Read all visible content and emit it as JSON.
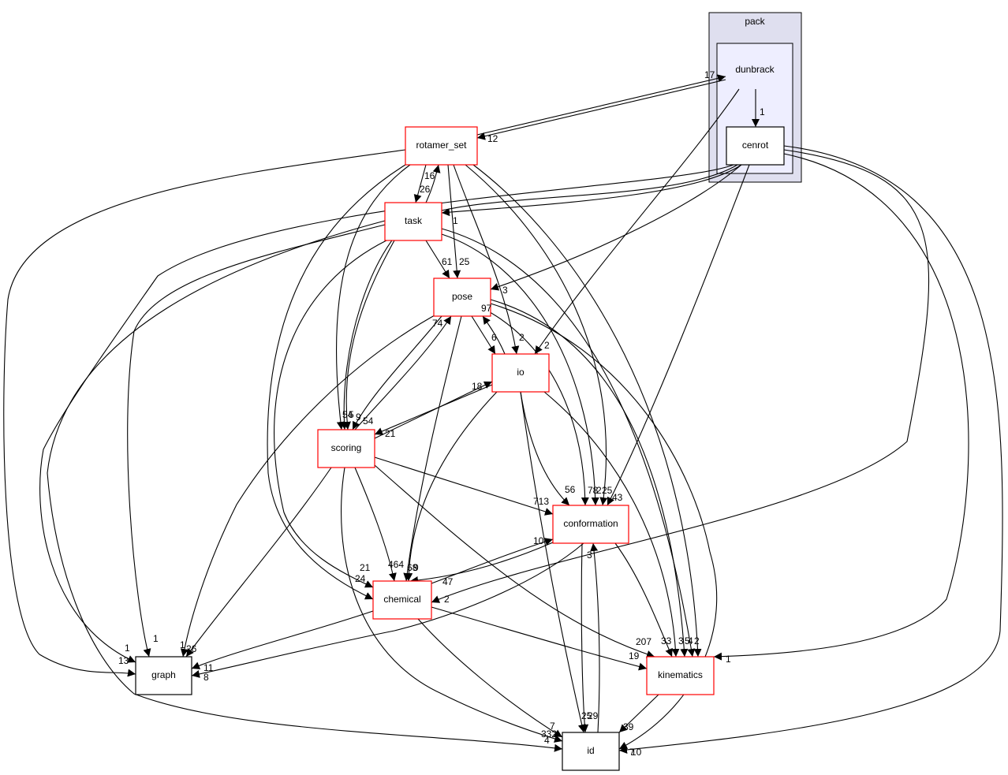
{
  "clusters": [
    {
      "id": "pack",
      "label": "pack",
      "fill": "#dfdfef"
    },
    {
      "id": "dunbrack",
      "label": "dunbrack",
      "fill": "#eeeeff"
    }
  ],
  "nodes": [
    {
      "id": "cenrot",
      "label": "cenrot",
      "border": "#000000"
    },
    {
      "id": "rotamer_set",
      "label": "rotamer_set",
      "border": "#ff0000"
    },
    {
      "id": "task",
      "label": "task",
      "border": "#ff0000"
    },
    {
      "id": "pose",
      "label": "pose",
      "border": "#ff0000"
    },
    {
      "id": "io",
      "label": "io",
      "border": "#ff0000"
    },
    {
      "id": "scoring",
      "label": "scoring",
      "border": "#ff0000"
    },
    {
      "id": "conformation",
      "label": "conformation",
      "border": "#ff0000"
    },
    {
      "id": "chemical",
      "label": "chemical",
      "border": "#ff0000"
    },
    {
      "id": "kinematics",
      "label": "kinematics",
      "border": "#ff0000"
    },
    {
      "id": "graph",
      "label": "graph",
      "border": "#000000"
    },
    {
      "id": "id",
      "label": "id",
      "border": "#000000"
    }
  ],
  "edges": [
    {
      "from": "dunbrack",
      "to": "cenrot",
      "label": "1"
    },
    {
      "from": "rotamer_set",
      "to": "dunbrack",
      "label": "17"
    },
    {
      "from": "dunbrack",
      "to": "rotamer_set",
      "label": "12"
    },
    {
      "from": "dunbrack",
      "to": "io",
      "label": "2"
    },
    {
      "from": "rotamer_set",
      "to": "task",
      "label": "26"
    },
    {
      "from": "task",
      "to": "rotamer_set",
      "label": "16"
    },
    {
      "from": "cenrot",
      "to": "task",
      "label": "1"
    },
    {
      "from": "rotamer_set",
      "to": "pose",
      "label": "25"
    },
    {
      "from": "task",
      "to": "pose",
      "label": "61"
    },
    {
      "from": "cenrot",
      "to": "pose",
      "label": "3"
    },
    {
      "from": "rotamer_set",
      "to": "io",
      "label": "2"
    },
    {
      "from": "pose",
      "to": "io",
      "label": "6"
    },
    {
      "from": "io",
      "to": "pose",
      "label": "97"
    },
    {
      "from": "scoring",
      "to": "pose",
      "label": "74"
    },
    {
      "from": "pose",
      "to": "scoring",
      "label": "54"
    },
    {
      "from": "rotamer_set",
      "to": "scoring",
      "label": "54"
    },
    {
      "from": "task",
      "to": "scoring",
      "label": "9"
    },
    {
      "from": "cenrot",
      "to": "scoring",
      "label": "5"
    },
    {
      "from": "io",
      "to": "scoring",
      "label": "21"
    },
    {
      "from": "scoring",
      "to": "io",
      "label": "18"
    },
    {
      "from": "scoring",
      "to": "conformation",
      "label": "713"
    },
    {
      "from": "io",
      "to": "conformation",
      "label": "56"
    },
    {
      "from": "pose",
      "to": "conformation",
      "label": "78"
    },
    {
      "from": "task",
      "to": "conformation",
      "label": "2"
    },
    {
      "from": "rotamer_set",
      "to": "conformation",
      "label": "25"
    },
    {
      "from": "cenrot",
      "to": "conformation",
      "label": "43"
    },
    {
      "from": "chemical",
      "to": "conformation",
      "label": "10"
    },
    {
      "from": "conformation",
      "to": "chemical",
      "label": "47"
    },
    {
      "from": "task",
      "to": "chemical",
      "label": "21"
    },
    {
      "from": "rotamer_set",
      "to": "chemical",
      "label": "24"
    },
    {
      "from": "scoring",
      "to": "chemical",
      "label": "464"
    },
    {
      "from": "pose",
      "to": "chemical",
      "label": "68"
    },
    {
      "from": "io",
      "to": "chemical",
      "label": "9"
    },
    {
      "from": "cenrot",
      "to": "chemical",
      "label": "2"
    },
    {
      "from": "scoring",
      "to": "kinematics",
      "label": "207"
    },
    {
      "from": "chemical",
      "to": "kinematics",
      "label": "19"
    },
    {
      "from": "conformation",
      "to": "kinematics",
      "label": "33"
    },
    {
      "from": "io",
      "to": "kinematics",
      "label": "3"
    },
    {
      "from": "pose",
      "to": "kinematics",
      "label": "5"
    },
    {
      "from": "task",
      "to": "kinematics",
      "label": "4"
    },
    {
      "from": "rotamer_set",
      "to": "kinematics",
      "label": "2"
    },
    {
      "from": "cenrot",
      "to": "kinematics",
      "label": "1"
    },
    {
      "from": "rotamer_set",
      "to": "graph",
      "label": "13"
    },
    {
      "from": "cenrot",
      "to": "graph",
      "label": "1"
    },
    {
      "from": "task",
      "to": "graph",
      "label": "1"
    },
    {
      "from": "pose",
      "to": "graph",
      "label": "1"
    },
    {
      "from": "scoring",
      "to": "graph",
      "label": "26"
    },
    {
      "from": "chemical",
      "to": "graph",
      "label": "11"
    },
    {
      "from": "conformation",
      "to": "graph",
      "label": "8"
    },
    {
      "from": "conformation",
      "to": "id",
      "label": "25"
    },
    {
      "from": "id",
      "to": "conformation",
      "label": "3"
    },
    {
      "from": "io",
      "to": "id",
      "label": "29"
    },
    {
      "from": "kinematics",
      "to": "id",
      "label": "39"
    },
    {
      "from": "chemical",
      "to": "id",
      "label": "7"
    },
    {
      "from": "scoring",
      "to": "id",
      "label": "332"
    },
    {
      "from": "task",
      "to": "id",
      "label": "4"
    },
    {
      "from": "cenrot",
      "to": "id",
      "label": "7"
    },
    {
      "from": "pose",
      "to": "id",
      "label": "10"
    }
  ]
}
